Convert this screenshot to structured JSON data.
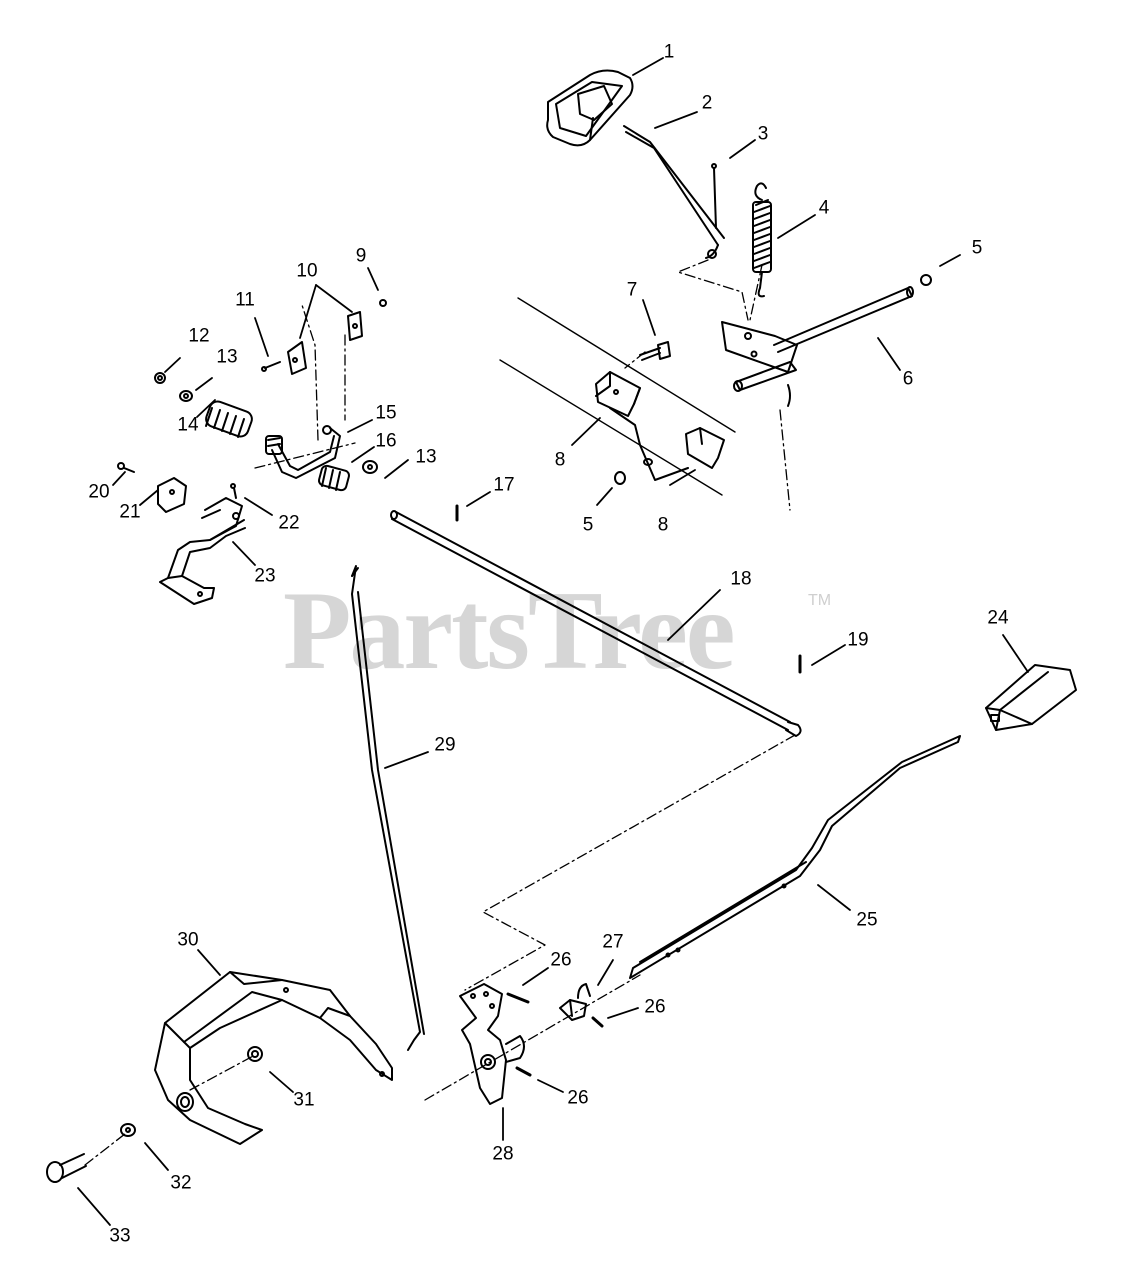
{
  "watermark": {
    "text": "PartsTree",
    "trademark": "TM"
  },
  "callouts": [
    {
      "id": "c1",
      "text": "1"
    },
    {
      "id": "c2",
      "text": "2"
    },
    {
      "id": "c3",
      "text": "3"
    },
    {
      "id": "c4",
      "text": "4"
    },
    {
      "id": "c5a",
      "text": "5"
    },
    {
      "id": "c6",
      "text": "6"
    },
    {
      "id": "c7",
      "text": "7"
    },
    {
      "id": "c8a",
      "text": "8"
    },
    {
      "id": "c5b",
      "text": "5"
    },
    {
      "id": "c8b",
      "text": "8"
    },
    {
      "id": "c9",
      "text": "9"
    },
    {
      "id": "c10",
      "text": "10"
    },
    {
      "id": "c11",
      "text": "11"
    },
    {
      "id": "c12",
      "text": "12"
    },
    {
      "id": "c13a",
      "text": "13"
    },
    {
      "id": "c14",
      "text": "14"
    },
    {
      "id": "c15",
      "text": "15"
    },
    {
      "id": "c16",
      "text": "16"
    },
    {
      "id": "c13b",
      "text": "13"
    },
    {
      "id": "c17",
      "text": "17"
    },
    {
      "id": "c20",
      "text": "20"
    },
    {
      "id": "c21",
      "text": "21"
    },
    {
      "id": "c22",
      "text": "22"
    },
    {
      "id": "c23",
      "text": "23"
    },
    {
      "id": "c18",
      "text": "18"
    },
    {
      "id": "c19",
      "text": "19"
    },
    {
      "id": "c24",
      "text": "24"
    },
    {
      "id": "c29",
      "text": "29"
    },
    {
      "id": "c25",
      "text": "25"
    },
    {
      "id": "c30",
      "text": "30"
    },
    {
      "id": "c26a",
      "text": "26"
    },
    {
      "id": "c27",
      "text": "27"
    },
    {
      "id": "c26b",
      "text": "26"
    },
    {
      "id": "c31",
      "text": "31"
    },
    {
      "id": "c26c",
      "text": "26"
    },
    {
      "id": "c28",
      "text": "28"
    },
    {
      "id": "c32",
      "text": "32"
    },
    {
      "id": "c33",
      "text": "33"
    }
  ]
}
